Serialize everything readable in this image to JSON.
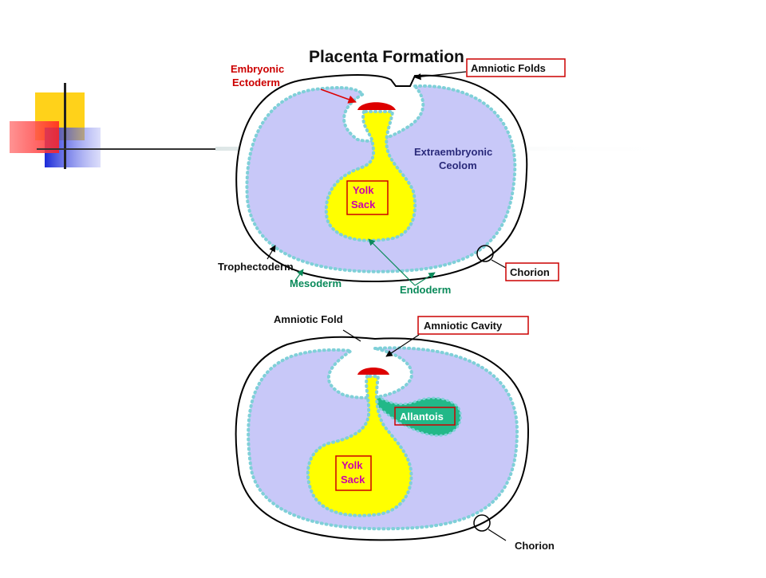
{
  "colors": {
    "cytoplasm": "#c8c8f8",
    "yolk": "#ffff00",
    "ectoderm": "#dd0000",
    "allantois": "#22b888",
    "mesoderm_dots": "#7fd0d8",
    "label_red": "#cc0000",
    "label_blue": "#2a2a7a",
    "label_green": "#0a8a5a",
    "label_magenta": "#cc00aa",
    "box_red": "#cc0000"
  },
  "diagram": {
    "title": "Placenta Formation",
    "top": {
      "embryonic_ectoderm": [
        "Embryonic",
        "Ectoderm"
      ],
      "amniotic_folds": "Amniotic Folds",
      "extraembryonic_ceolom": [
        "Extraembryonic",
        "Ceolom"
      ],
      "yolk_sack": [
        "Yolk",
        "Sack"
      ],
      "trophectoderm": "Trophectoderm",
      "mesoderm": "Mesoderm",
      "endoderm": "Endoderm",
      "chorion": "Chorion"
    },
    "bottom": {
      "amniotic_fold": "Amniotic Fold",
      "amniotic_cavity": "Amniotic Cavity",
      "allantois": "Allantois",
      "yolk_sack": [
        "Yolk",
        "Sack"
      ],
      "chorion": "Chorion"
    }
  }
}
